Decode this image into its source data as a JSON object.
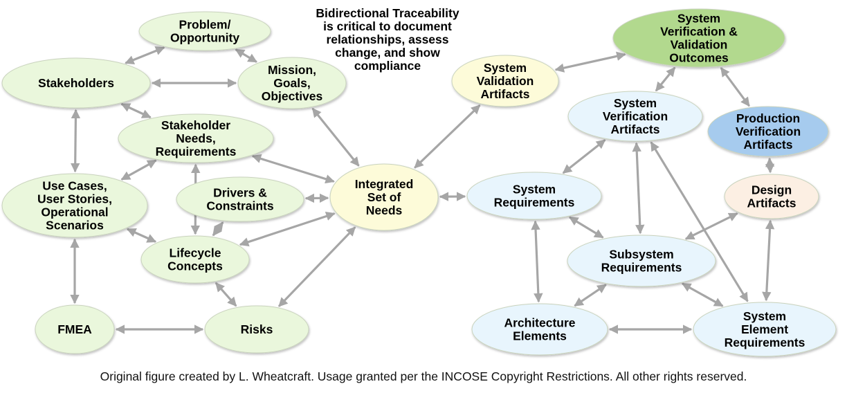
{
  "title_note": "Bidirectional Traceability is critical to document relationships, assess change, and show compliance",
  "title_note_lines": [
    "Bidirectional Traceability",
    "is critical to document",
    "relationships, assess",
    "change, and show",
    "compliance"
  ],
  "caption": "Original figure created by L. Wheatcraft. Usage granted per the INCOSE Copyright Restrictions. All other rights reserved.",
  "colors": {
    "green_light": "#eaf7dc",
    "green_dark": "#b2d98e",
    "yellow": "#fdfbd9",
    "blue_light": "#e8f5fd",
    "blue_dark": "#a6cbee",
    "peach": "#fcefe3",
    "arrow": "#a6a6a6"
  },
  "nodes": [
    {
      "id": "problem",
      "lines": [
        "Problem/",
        "Opportunity"
      ],
      "color": "green_light"
    },
    {
      "id": "stakeholders",
      "lines": [
        "Stakeholders"
      ],
      "color": "green_light"
    },
    {
      "id": "mission",
      "lines": [
        "Mission,",
        "Goals,",
        "Objectives"
      ],
      "color": "green_light"
    },
    {
      "id": "needs",
      "lines": [
        "Stakeholder",
        "Needs,",
        "Requirements"
      ],
      "color": "green_light"
    },
    {
      "id": "usecases",
      "lines": [
        "Use Cases,",
        "User Stories,",
        "Operational",
        "Scenarios"
      ],
      "color": "green_light"
    },
    {
      "id": "drivers",
      "lines": [
        "Drivers &",
        "Constraints"
      ],
      "color": "green_light"
    },
    {
      "id": "integrated",
      "lines": [
        "Integrated",
        "Set of",
        "Needs"
      ],
      "color": "yellow"
    },
    {
      "id": "lifecycle",
      "lines": [
        "Lifecycle",
        "Concepts"
      ],
      "color": "green_light"
    },
    {
      "id": "fmea",
      "lines": [
        "FMEA"
      ],
      "color": "green_light"
    },
    {
      "id": "risks",
      "lines": [
        "Risks"
      ],
      "color": "green_light"
    },
    {
      "id": "sysval",
      "lines": [
        "System",
        "Validation",
        "Artifacts"
      ],
      "color": "yellow"
    },
    {
      "id": "outcomes",
      "lines": [
        "System",
        "Verification &",
        "Validation",
        "Outcomes"
      ],
      "color": "green_dark"
    },
    {
      "id": "sysver",
      "lines": [
        "System",
        "Verification",
        "Artifacts"
      ],
      "color": "blue_light"
    },
    {
      "id": "prodver",
      "lines": [
        "Production",
        "Verification",
        "Artifacts"
      ],
      "color": "blue_dark"
    },
    {
      "id": "sysreq",
      "lines": [
        "System",
        "Requirements"
      ],
      "color": "blue_light"
    },
    {
      "id": "design",
      "lines": [
        "Design",
        "Artifacts"
      ],
      "color": "peach"
    },
    {
      "id": "subsystem",
      "lines": [
        "Subsystem",
        "Requirements"
      ],
      "color": "blue_light"
    },
    {
      "id": "architecture",
      "lines": [
        "Architecture",
        "Elements"
      ],
      "color": "blue_light"
    },
    {
      "id": "syselem",
      "lines": [
        "System",
        "Element",
        "Requirements"
      ],
      "color": "blue_light"
    }
  ],
  "edges": [
    [
      "problem",
      "stakeholders"
    ],
    [
      "problem",
      "mission"
    ],
    [
      "stakeholders",
      "mission"
    ],
    [
      "stakeholders",
      "needs"
    ],
    [
      "stakeholders",
      "usecases"
    ],
    [
      "needs",
      "usecases"
    ],
    [
      "needs",
      "lifecycle"
    ],
    [
      "needs",
      "integrated"
    ],
    [
      "mission",
      "integrated"
    ],
    [
      "drivers",
      "integrated"
    ],
    [
      "drivers",
      "lifecycle"
    ],
    [
      "usecases",
      "lifecycle"
    ],
    [
      "usecases",
      "fmea"
    ],
    [
      "lifecycle",
      "integrated"
    ],
    [
      "lifecycle",
      "risks"
    ],
    [
      "fmea",
      "risks"
    ],
    [
      "risks",
      "integrated"
    ],
    [
      "integrated",
      "sysval"
    ],
    [
      "integrated",
      "sysreq"
    ],
    [
      "sysval",
      "outcomes"
    ],
    [
      "outcomes",
      "sysver"
    ],
    [
      "outcomes",
      "prodver"
    ],
    [
      "sysver",
      "sysreq"
    ],
    [
      "sysver",
      "subsystem"
    ],
    [
      "sysver",
      "syselem"
    ],
    [
      "prodver",
      "design"
    ],
    [
      "design",
      "subsystem"
    ],
    [
      "design",
      "syselem"
    ],
    [
      "sysreq",
      "subsystem"
    ],
    [
      "sysreq",
      "architecture"
    ],
    [
      "subsystem",
      "architecture"
    ],
    [
      "subsystem",
      "syselem"
    ],
    [
      "architecture",
      "syselem"
    ]
  ]
}
